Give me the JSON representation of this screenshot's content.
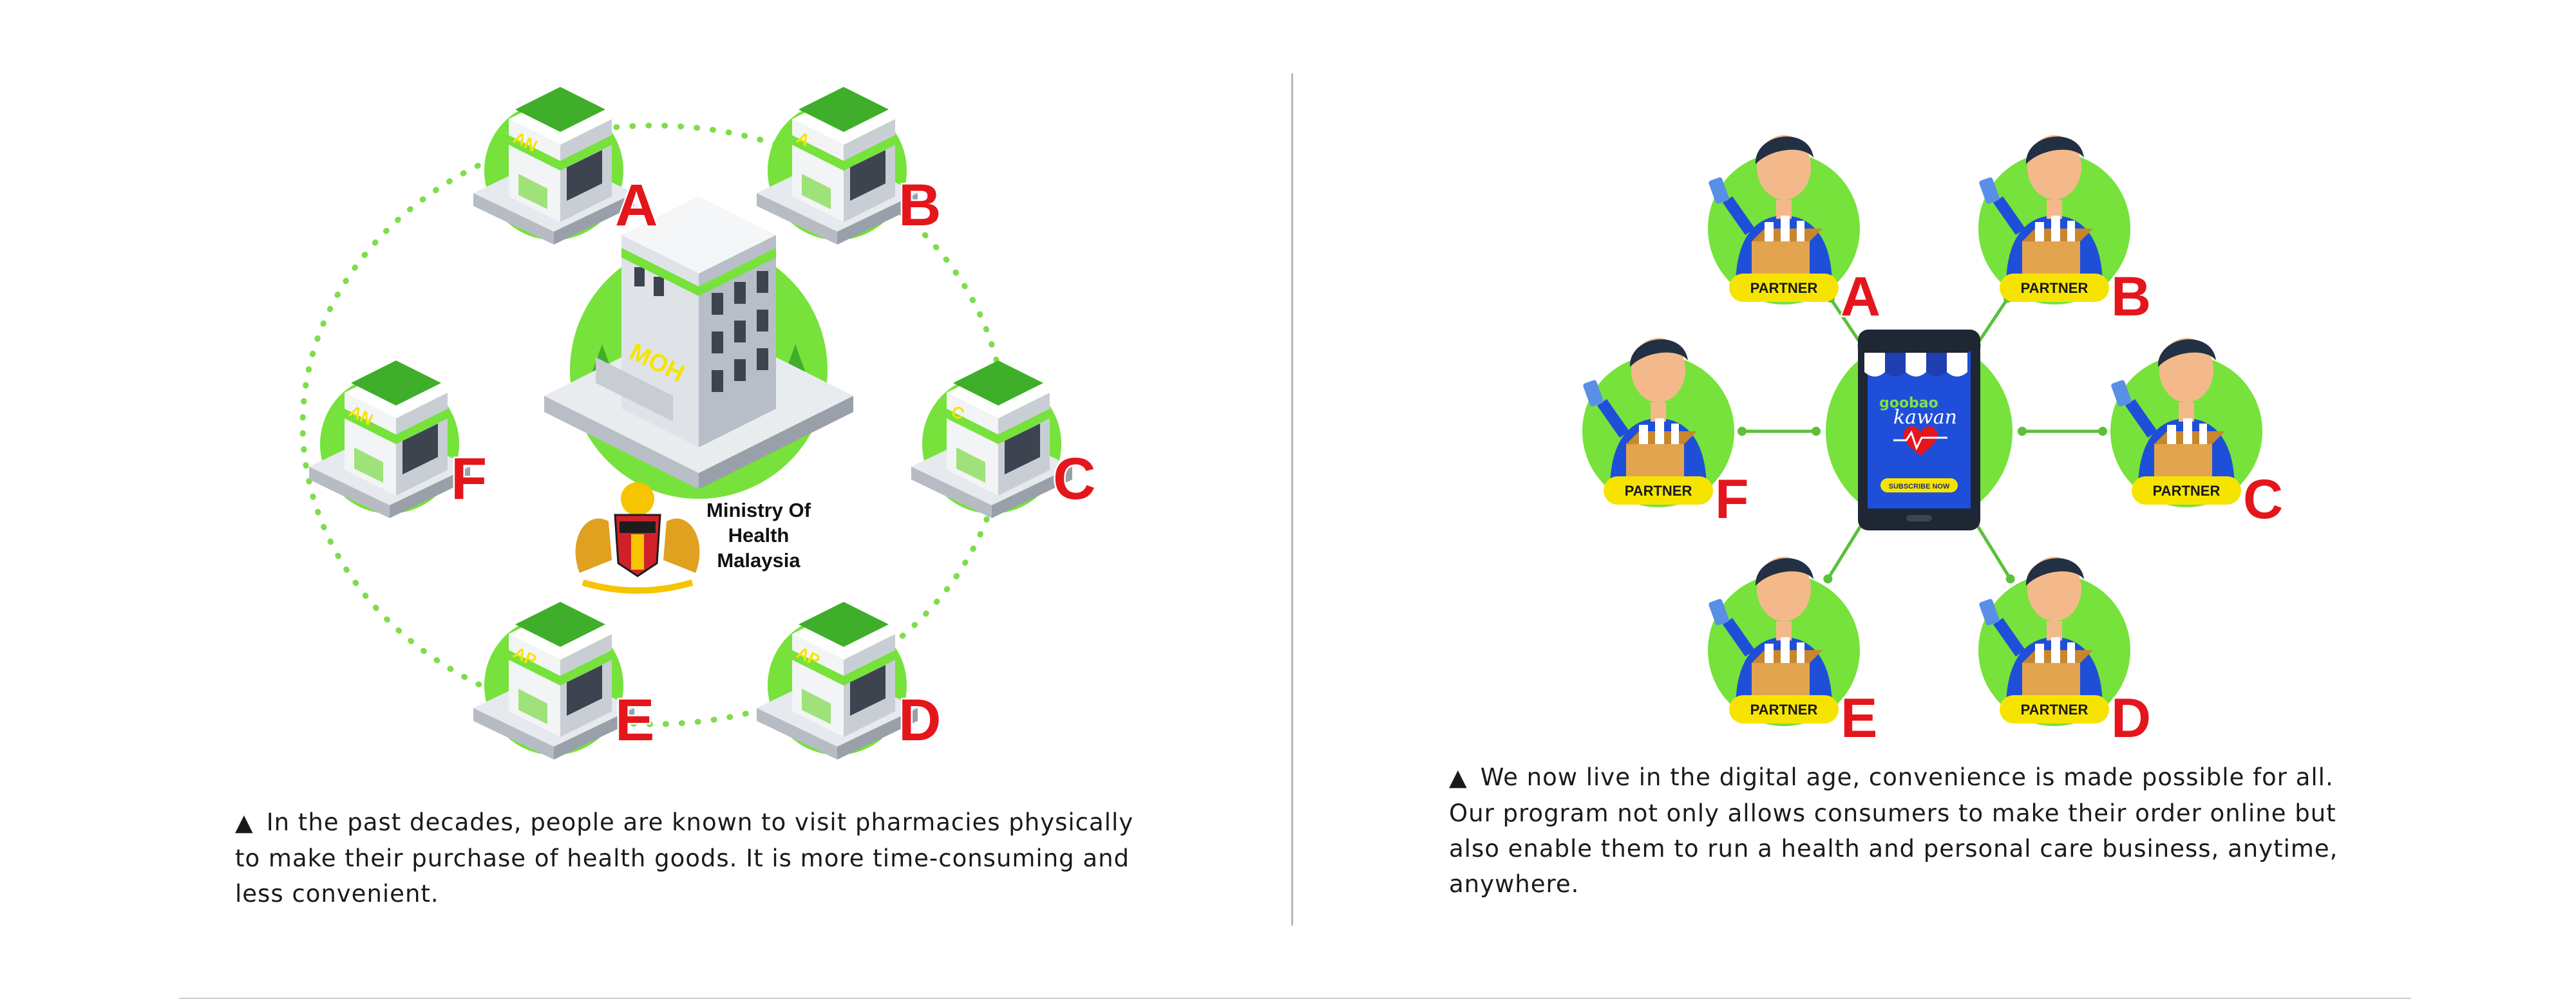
{
  "left_panel": {
    "center_label_lines": [
      "Ministry Of",
      "Health",
      "Malaysia"
    ],
    "building_sign": "MOH",
    "pharmacies": [
      {
        "letter": "A",
        "sign": "AN"
      },
      {
        "letter": "B",
        "sign": "A"
      },
      {
        "letter": "C",
        "sign": "C"
      },
      {
        "letter": "D",
        "sign": "AP"
      },
      {
        "letter": "E",
        "sign": "AP"
      },
      {
        "letter": "F",
        "sign": "AN"
      }
    ],
    "caption_marker": "▲",
    "caption": "In the past decades, people are known to visit pharmacies physically to make their purchase of health goods. It is more time-consuming and less convenient."
  },
  "right_panel": {
    "tablet": {
      "logo_top": "goobao",
      "logo_bottom": "kawan",
      "button_label": "SUBSCRIBE NOW"
    },
    "partners": [
      {
        "letter": "A",
        "badge": "PARTNER"
      },
      {
        "letter": "B",
        "badge": "PARTNER"
      },
      {
        "letter": "C",
        "badge": "PARTNER"
      },
      {
        "letter": "D",
        "badge": "PARTNER"
      },
      {
        "letter": "E",
        "badge": "PARTNER"
      },
      {
        "letter": "F",
        "badge": "PARTNER"
      }
    ],
    "caption_marker": "▲",
    "caption": "We now live in the digital age, convenience is made possible for all. Our program not only allows consumers to make their order online but also enable them to run a health and personal care business, anytime, anywhere."
  },
  "colors": {
    "green": "#76e23b",
    "dark_green": "#3fae2a",
    "red_letter": "#e4161c",
    "blue": "#1f4fd8",
    "yellow": "#f6e400"
  }
}
